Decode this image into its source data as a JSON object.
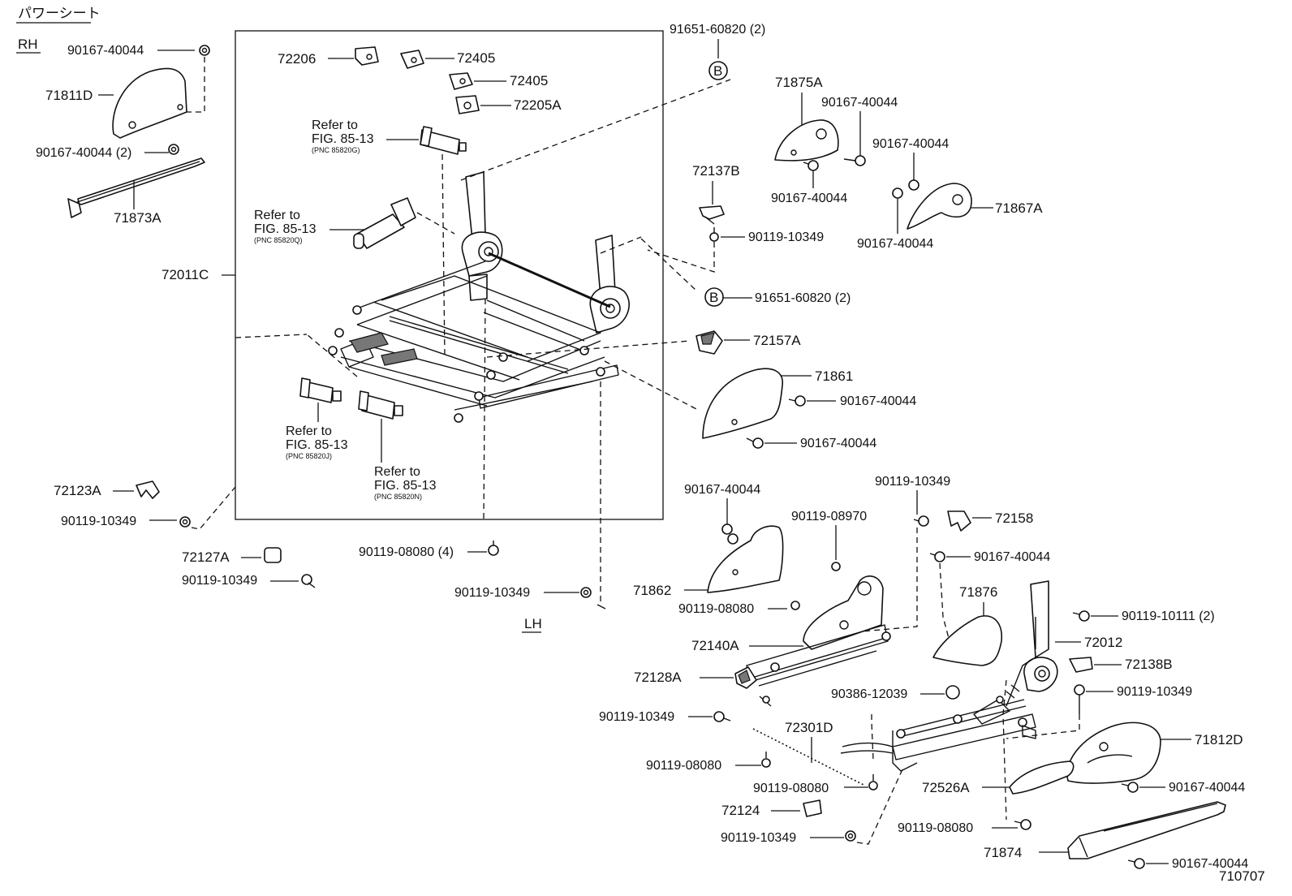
{
  "header": {
    "title_jp": "パワーシート",
    "rh_label": "RH",
    "lh_label": "LH",
    "figure_id": "710707"
  },
  "labels": {
    "p90167_40044_a": "90167-40044",
    "p71811D": "71811D",
    "p90167_40044_2": "90167-40044 (2)",
    "p71873A": "71873A",
    "p72011C": "72011C",
    "p72206": "72206",
    "p72405_a": "72405",
    "p72405_b": "72405",
    "p72205A": "72205A",
    "ref1_line1": "Refer to",
    "ref1_line2": "FIG. 85-13",
    "ref1_pnc": "(PNC 85820G)",
    "ref2_line1": "Refer to",
    "ref2_line2": "FIG. 85-13",
    "ref2_pnc": "(PNC 85820Q)",
    "ref3_line1": "Refer to",
    "ref3_line2": "FIG. 85-13",
    "ref3_pnc": "(PNC 85820J)",
    "ref4_line1": "Refer to",
    "ref4_line2": "FIG. 85-13",
    "ref4_pnc": "(PNC 85820N)",
    "p91651_60820_a": "91651-60820 (2)",
    "p91651_60820_b": "91651-60820 (2)",
    "circle_b1": "B",
    "circle_b2": "B",
    "p71875A": "71875A",
    "p90167_40044_b": "90167-40044",
    "p90167_40044_c": "90167-40044",
    "p90167_40044_d": "90167-40044",
    "p90167_40044_e": "90167-40044",
    "p71867A": "71867A",
    "p72137B": "72137B",
    "p90119_10349_a": "90119-10349",
    "p72157A": "72157A",
    "p71861": "71861",
    "p90167_40044_f": "90167-40044",
    "p90167_40044_g": "90167-40044",
    "p72123A": "72123A",
    "p90119_10349_b": "90119-10349",
    "p72127A": "72127A",
    "p90119_10349_c": "90119-10349",
    "p90119_08080_4": "90119-08080 (4)",
    "p90119_10349_d": "90119-10349",
    "p90167_40044_h": "90167-40044",
    "p90119_08970": "90119-08970",
    "p90119_10349_e": "90119-10349",
    "p72158": "72158",
    "p90167_40044_i": "90167-40044",
    "p71862": "71862",
    "p90119_08080_a": "90119-08080",
    "p71876": "71876",
    "p90119_10111_2": "90119-10111 (2)",
    "p72140A": "72140A",
    "p72012": "72012",
    "p72128A": "72128A",
    "p72138B": "72138B",
    "p90386_12039": "90386-12039",
    "p90119_10349_f": "90119-10349",
    "p90119_10349_g": "90119-10349",
    "p72301D": "72301D",
    "p71812D": "71812D",
    "p90119_08080_b": "90119-08080",
    "p90119_08080_c": "90119-08080",
    "p72526A": "72526A",
    "p90167_40044_j": "90167-40044",
    "p72124": "72124",
    "p90119_08080_d": "90119-08080",
    "p90119_10349_h": "90119-10349",
    "p71874": "71874",
    "p90167_40044_k": "90167-40044"
  }
}
